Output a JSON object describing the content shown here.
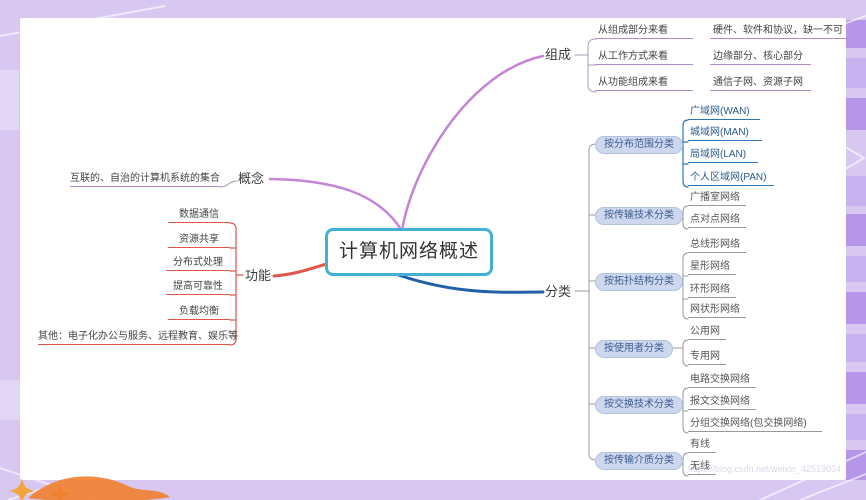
{
  "center": {
    "title": "计算机网络概述"
  },
  "concept": {
    "label": "概念",
    "definition": "互联的、自治的计算机系统的集合"
  },
  "functions": {
    "label": "功能",
    "items": [
      "数据通信",
      "资源共享",
      "分布式处理",
      "提高可靠性",
      "负载均衡",
      "其他：电子化办公与服务、远程教育、娱乐等"
    ]
  },
  "composition": {
    "label": "组成",
    "rows": [
      {
        "aspect": "从组成部分来看",
        "value": "硬件、软件和协议，缺一不可"
      },
      {
        "aspect": "从工作方式来看",
        "value": "边缘部分、核心部分"
      },
      {
        "aspect": "从功能组成来看",
        "value": "通信子网、资源子网"
      }
    ]
  },
  "classification": {
    "label": "分类",
    "groups": [
      {
        "label": "按分布范围分类",
        "items": [
          "广域网(WAN)",
          "城域网(MAN)",
          "局域网(LAN)",
          "个人区域网(PAN)"
        ]
      },
      {
        "label": "按传输技术分类",
        "items": [
          "广播室网络",
          "点对点网络"
        ]
      },
      {
        "label": "按拓扑结构分类",
        "items": [
          "总线形网络",
          "星形网络",
          "环形网络",
          "网状形网络"
        ]
      },
      {
        "label": "按使用者分类",
        "items": [
          "公用网",
          "专用网"
        ]
      },
      {
        "label": "按交换技术分类",
        "items": [
          "电路交换网络",
          "报文交换网络",
          "分组交换网络(包交换网络)"
        ]
      },
      {
        "label": "按传输介质分类",
        "items": [
          "有线",
          "无线"
        ]
      }
    ]
  },
  "watermark": "https://blog.csdn.net/weixin_42519034",
  "colors": {
    "background": "#d8c7f0",
    "branch_purple": "#c584d8",
    "branch_red": "#e0564a",
    "branch_blue": "#2060a8",
    "center_border": "#45b0d6",
    "highlight_blue": "#2e75b6",
    "pill_bg": "#cdd7ee",
    "pill_text": "#3d5c8e",
    "underline_gray": "#999999"
  }
}
